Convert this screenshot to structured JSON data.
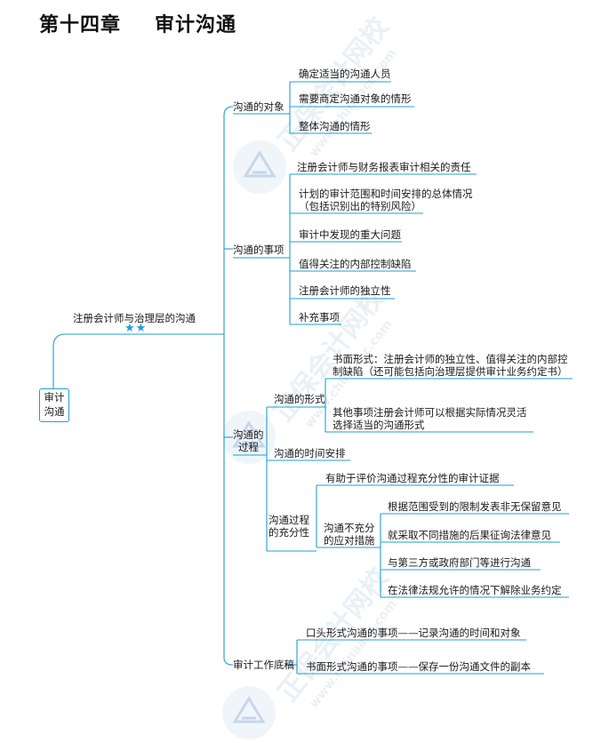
{
  "title": {
    "chapter": "第十四章",
    "name": "审计沟通"
  },
  "root": {
    "line1": "审计",
    "line2": "沟通"
  },
  "topic": {
    "label": "注册会计师与治理层的沟通",
    "stars": "★★"
  },
  "objects": {
    "label": "沟通的对象",
    "items": [
      "确定适当的沟通人员",
      "需要商定沟通对象的情形",
      "整体沟通的情形"
    ]
  },
  "matters": {
    "label": "沟通的事项",
    "items": [
      "注册会计师与财务报表审计相关的责任",
      "计划的审计范围和时间安排的总体情况",
      "（包括识别出的特别风险）",
      "审计中发现的重大问题",
      "值得关注的内部控制缺陷",
      "注册会计师的独立性",
      "补充事项"
    ]
  },
  "process": {
    "label_line1": "沟通的",
    "label_line2": "过程",
    "form": {
      "label": "沟通的形式",
      "written_line1": "书面形式：注册会计师的独立性、值得关注的内部控",
      "written_line2": "制缺陷（还可能包括向治理层提供审计业务约定书）",
      "other_line1": "其他事项注册会计师可以根据实际情况灵活",
      "other_line2": "选择适当的沟通形式"
    },
    "timing": {
      "label": "沟通的时间安排"
    },
    "adequacy": {
      "label_line1": "沟通过程",
      "label_line2": "的充分性",
      "evidence": "有助于评价沟通过程充分性的审计证据",
      "insufficient_line1": "沟通不充分",
      "insufficient_line2": "的应对措施",
      "responses": [
        "根据范围受到的限制发表非无保留意见",
        "就采取不同措施的后果征询法律意见",
        "与第三方或政府部门等进行沟通",
        "在法律法规允许的情况下解除业务约定"
      ]
    }
  },
  "workpapers": {
    "label": "审计工作底稿",
    "items": [
      "口头形式沟通的事项——记录沟通的时间和对象",
      "书面形式沟通的事项——保存一份沟通文件的副本"
    ]
  },
  "watermark": {
    "brand": "正保会计网校",
    "url": "www.chinaacc.com"
  },
  "colors": {
    "line": "#1f9fd2",
    "star": "#1aa0dc",
    "text": "#1a1a1a"
  }
}
